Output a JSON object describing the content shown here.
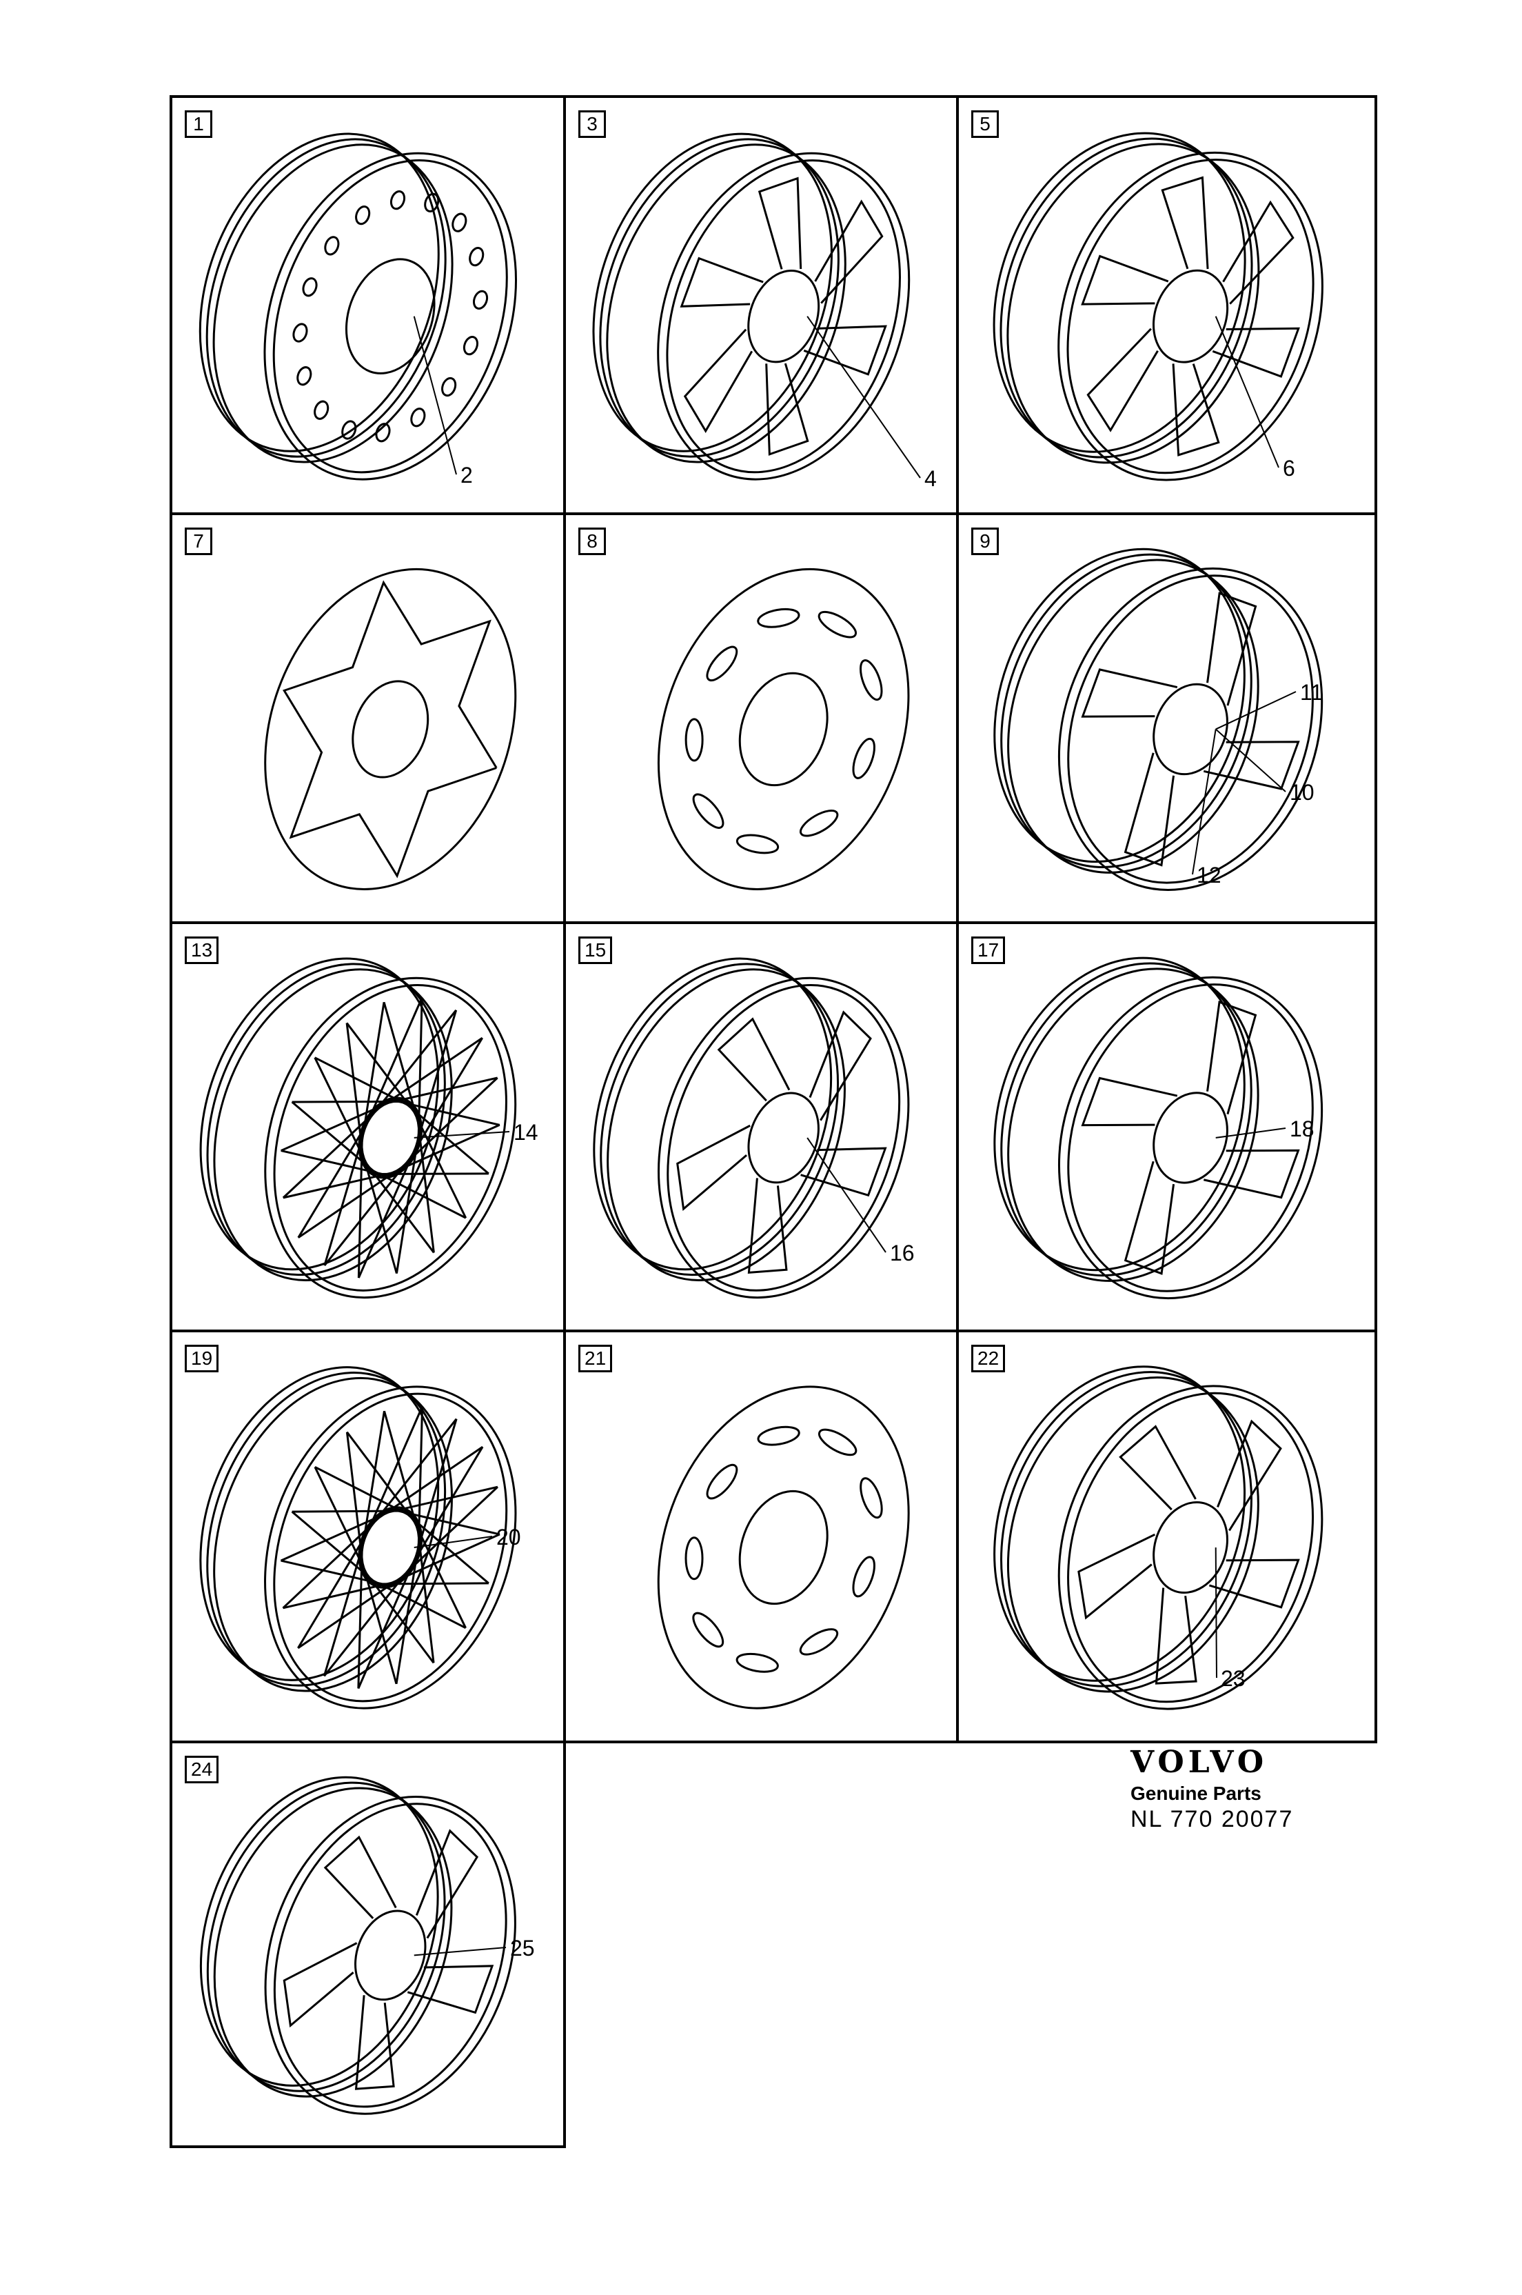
{
  "panels": [
    {
      "id": "1",
      "style": "steel",
      "callouts": [
        "2"
      ]
    },
    {
      "id": "3",
      "style": "spoke6",
      "callouts": [
        "4"
      ]
    },
    {
      "id": "5",
      "style": "spoke6",
      "callouts": [
        "6"
      ]
    },
    {
      "id": "7",
      "style": "coverstar",
      "callouts": []
    },
    {
      "id": "8",
      "style": "coverslots",
      "callouts": []
    },
    {
      "id": "9",
      "style": "spoke4",
      "callouts": [
        "11",
        "10",
        "12"
      ]
    },
    {
      "id": "13",
      "style": "lattice",
      "callouts": [
        "14"
      ]
    },
    {
      "id": "15",
      "style": "spoke5",
      "callouts": [
        "16"
      ]
    },
    {
      "id": "17",
      "style": "spoke4",
      "callouts": [
        "18"
      ]
    },
    {
      "id": "19",
      "style": "lattice",
      "callouts": [
        "20"
      ]
    },
    {
      "id": "21",
      "style": "coverslots",
      "callouts": []
    },
    {
      "id": "22",
      "style": "spoke5",
      "callouts": [
        "23"
      ]
    },
    {
      "id": "24",
      "style": "spoke5",
      "callouts": [
        "25"
      ]
    }
  ],
  "brand": {
    "logo": "VOLVO",
    "subtitle": "Genuine Parts",
    "code": "NL 770 20077"
  },
  "colors": {
    "line": "#000000",
    "background": "#ffffff"
  }
}
